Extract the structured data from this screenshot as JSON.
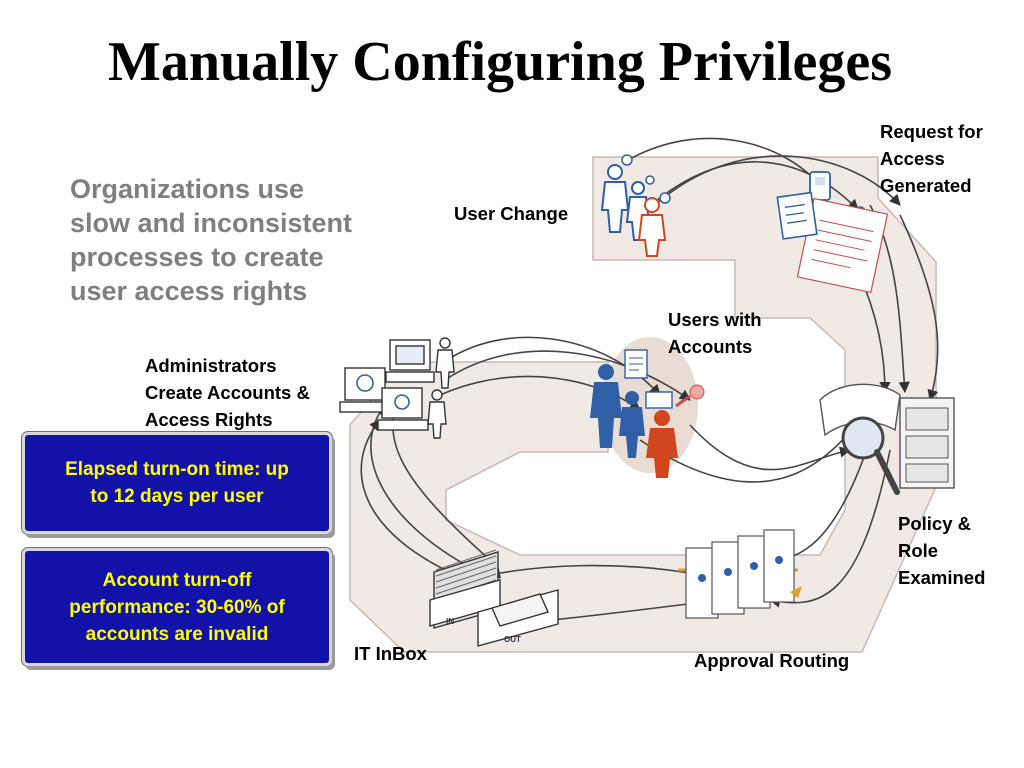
{
  "slide": {
    "title": "Manually Configuring Privileges",
    "intro_lines": [
      "Organizations use",
      "slow and inconsistent",
      "processes to create",
      "user access rights"
    ]
  },
  "stages": {
    "request": {
      "lines": [
        "Request for",
        "Access",
        "Generated"
      ]
    },
    "user_change": {
      "lines": [
        "User Change"
      ]
    },
    "users_accounts": {
      "lines": [
        "Users with",
        "Accounts"
      ]
    },
    "administrators": {
      "lines": [
        "Administrators",
        "Create Accounts &",
        "Access Rights"
      ]
    },
    "policy": {
      "lines": [
        "Policy &",
        "Role",
        "Examined"
      ]
    },
    "inbox": {
      "lines": [
        "IT InBox"
      ]
    },
    "approval": {
      "lines": [
        "Approval Routing"
      ]
    }
  },
  "tray_labels": {
    "in": "IN",
    "out": "OUT"
  },
  "callouts": [
    {
      "lines": [
        "Elapsed turn-on time: up",
        "to 12 days per user"
      ]
    },
    {
      "lines": [
        "Account turn-off",
        "performance: 30-60% of",
        "accounts are invalid"
      ]
    }
  ],
  "colors": {
    "track_fill": "#f1e9e4",
    "callout_bg": "#1212a8",
    "callout_text": "#ffff00",
    "intro_text": "#7f7f7f",
    "person_blue": "#2f5fa6",
    "person_red": "#d2461f"
  }
}
